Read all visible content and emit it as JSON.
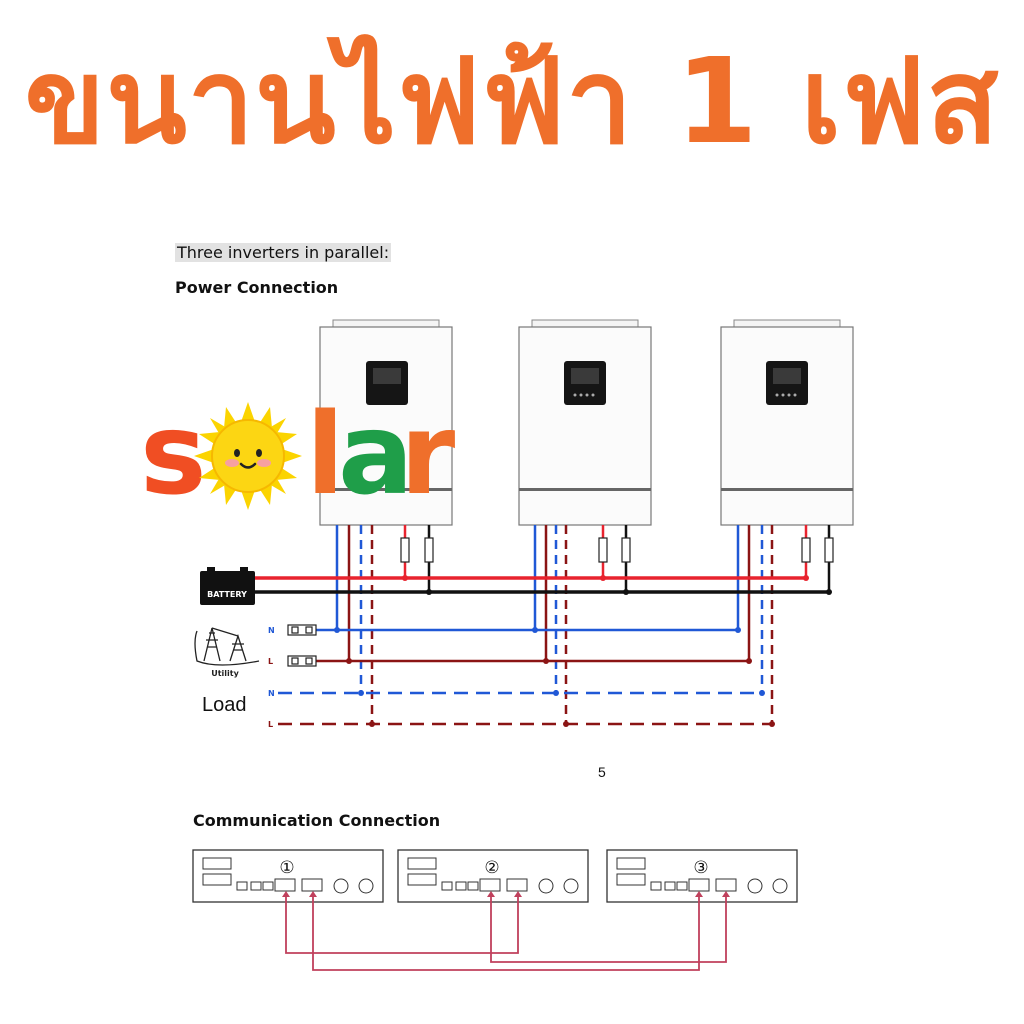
{
  "headline": "ขนานไฟฟ้า 1 เฟส",
  "subtitle": "Three inverters in parallel:",
  "power_connection_title": "Power Connection",
  "communication_connection_title": "Communication Connection",
  "page_number": "5",
  "battery_label": "BATTERY",
  "utility_label": "Utility",
  "load_label": "Load",
  "line_labels": {
    "neutral": "N",
    "live": "L"
  },
  "unit_numbers": [
    "①",
    "②",
    "③"
  ],
  "logo": {
    "letters": [
      "s",
      "l",
      "a",
      "r"
    ],
    "brand_colors": [
      "#f04e23",
      "#ef6f2b",
      "#1f9e49"
    ]
  },
  "colors": {
    "headline": "#ef6f2b",
    "battery_positive": "#e8232e",
    "battery_negative": "#111111",
    "neutral": "#2058d6",
    "live": "#8b1414",
    "comm_cable": "#c0405c",
    "sun": "#fbd400"
  }
}
